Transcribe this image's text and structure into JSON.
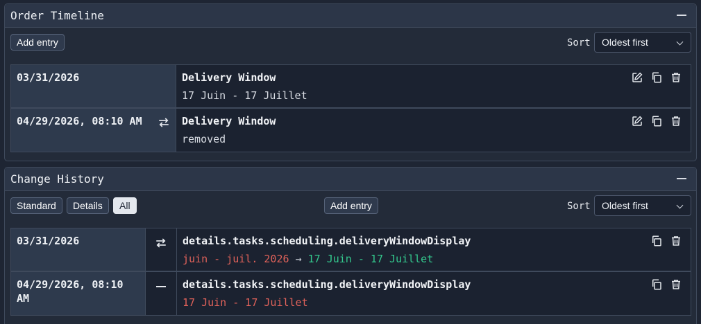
{
  "timeline": {
    "title": "Order Timeline",
    "add_entry_label": "Add entry",
    "sort_label": "Sort",
    "sort_value": "Oldest first",
    "entries": [
      {
        "date": "03/31/2026",
        "title": "Delivery Window",
        "value": "17 Juin - 17 Juillet",
        "changed": false
      },
      {
        "date": "04/29/2026, 08:10 AM",
        "title": "Delivery Window",
        "value": "removed",
        "changed": true
      }
    ]
  },
  "history": {
    "title": "Change History",
    "filters": [
      {
        "label": "Standard",
        "active": false
      },
      {
        "label": "Details",
        "active": false
      },
      {
        "label": "All",
        "active": true
      }
    ],
    "add_entry_label": "Add entry",
    "sort_label": "Sort",
    "sort_value": "Oldest first",
    "entries": [
      {
        "date": "03/31/2026",
        "op": "swap-icon",
        "path": "details.tasks.scheduling.deliveryWindowDisplay",
        "old_value": "juin - juil. 2026",
        "arrow": "→",
        "new_value": "17 Juin - 17 Juillet"
      },
      {
        "date": "04/29/2026, 08:10 AM",
        "op": "dash-icon",
        "path": "details.tasks.scheduling.deliveryWindowDisplay",
        "old_value": "17 Juin - 17 Juillet"
      }
    ]
  },
  "colors": {
    "removed": "#e0625a",
    "added": "#34c98e",
    "background": "#1e2533"
  }
}
